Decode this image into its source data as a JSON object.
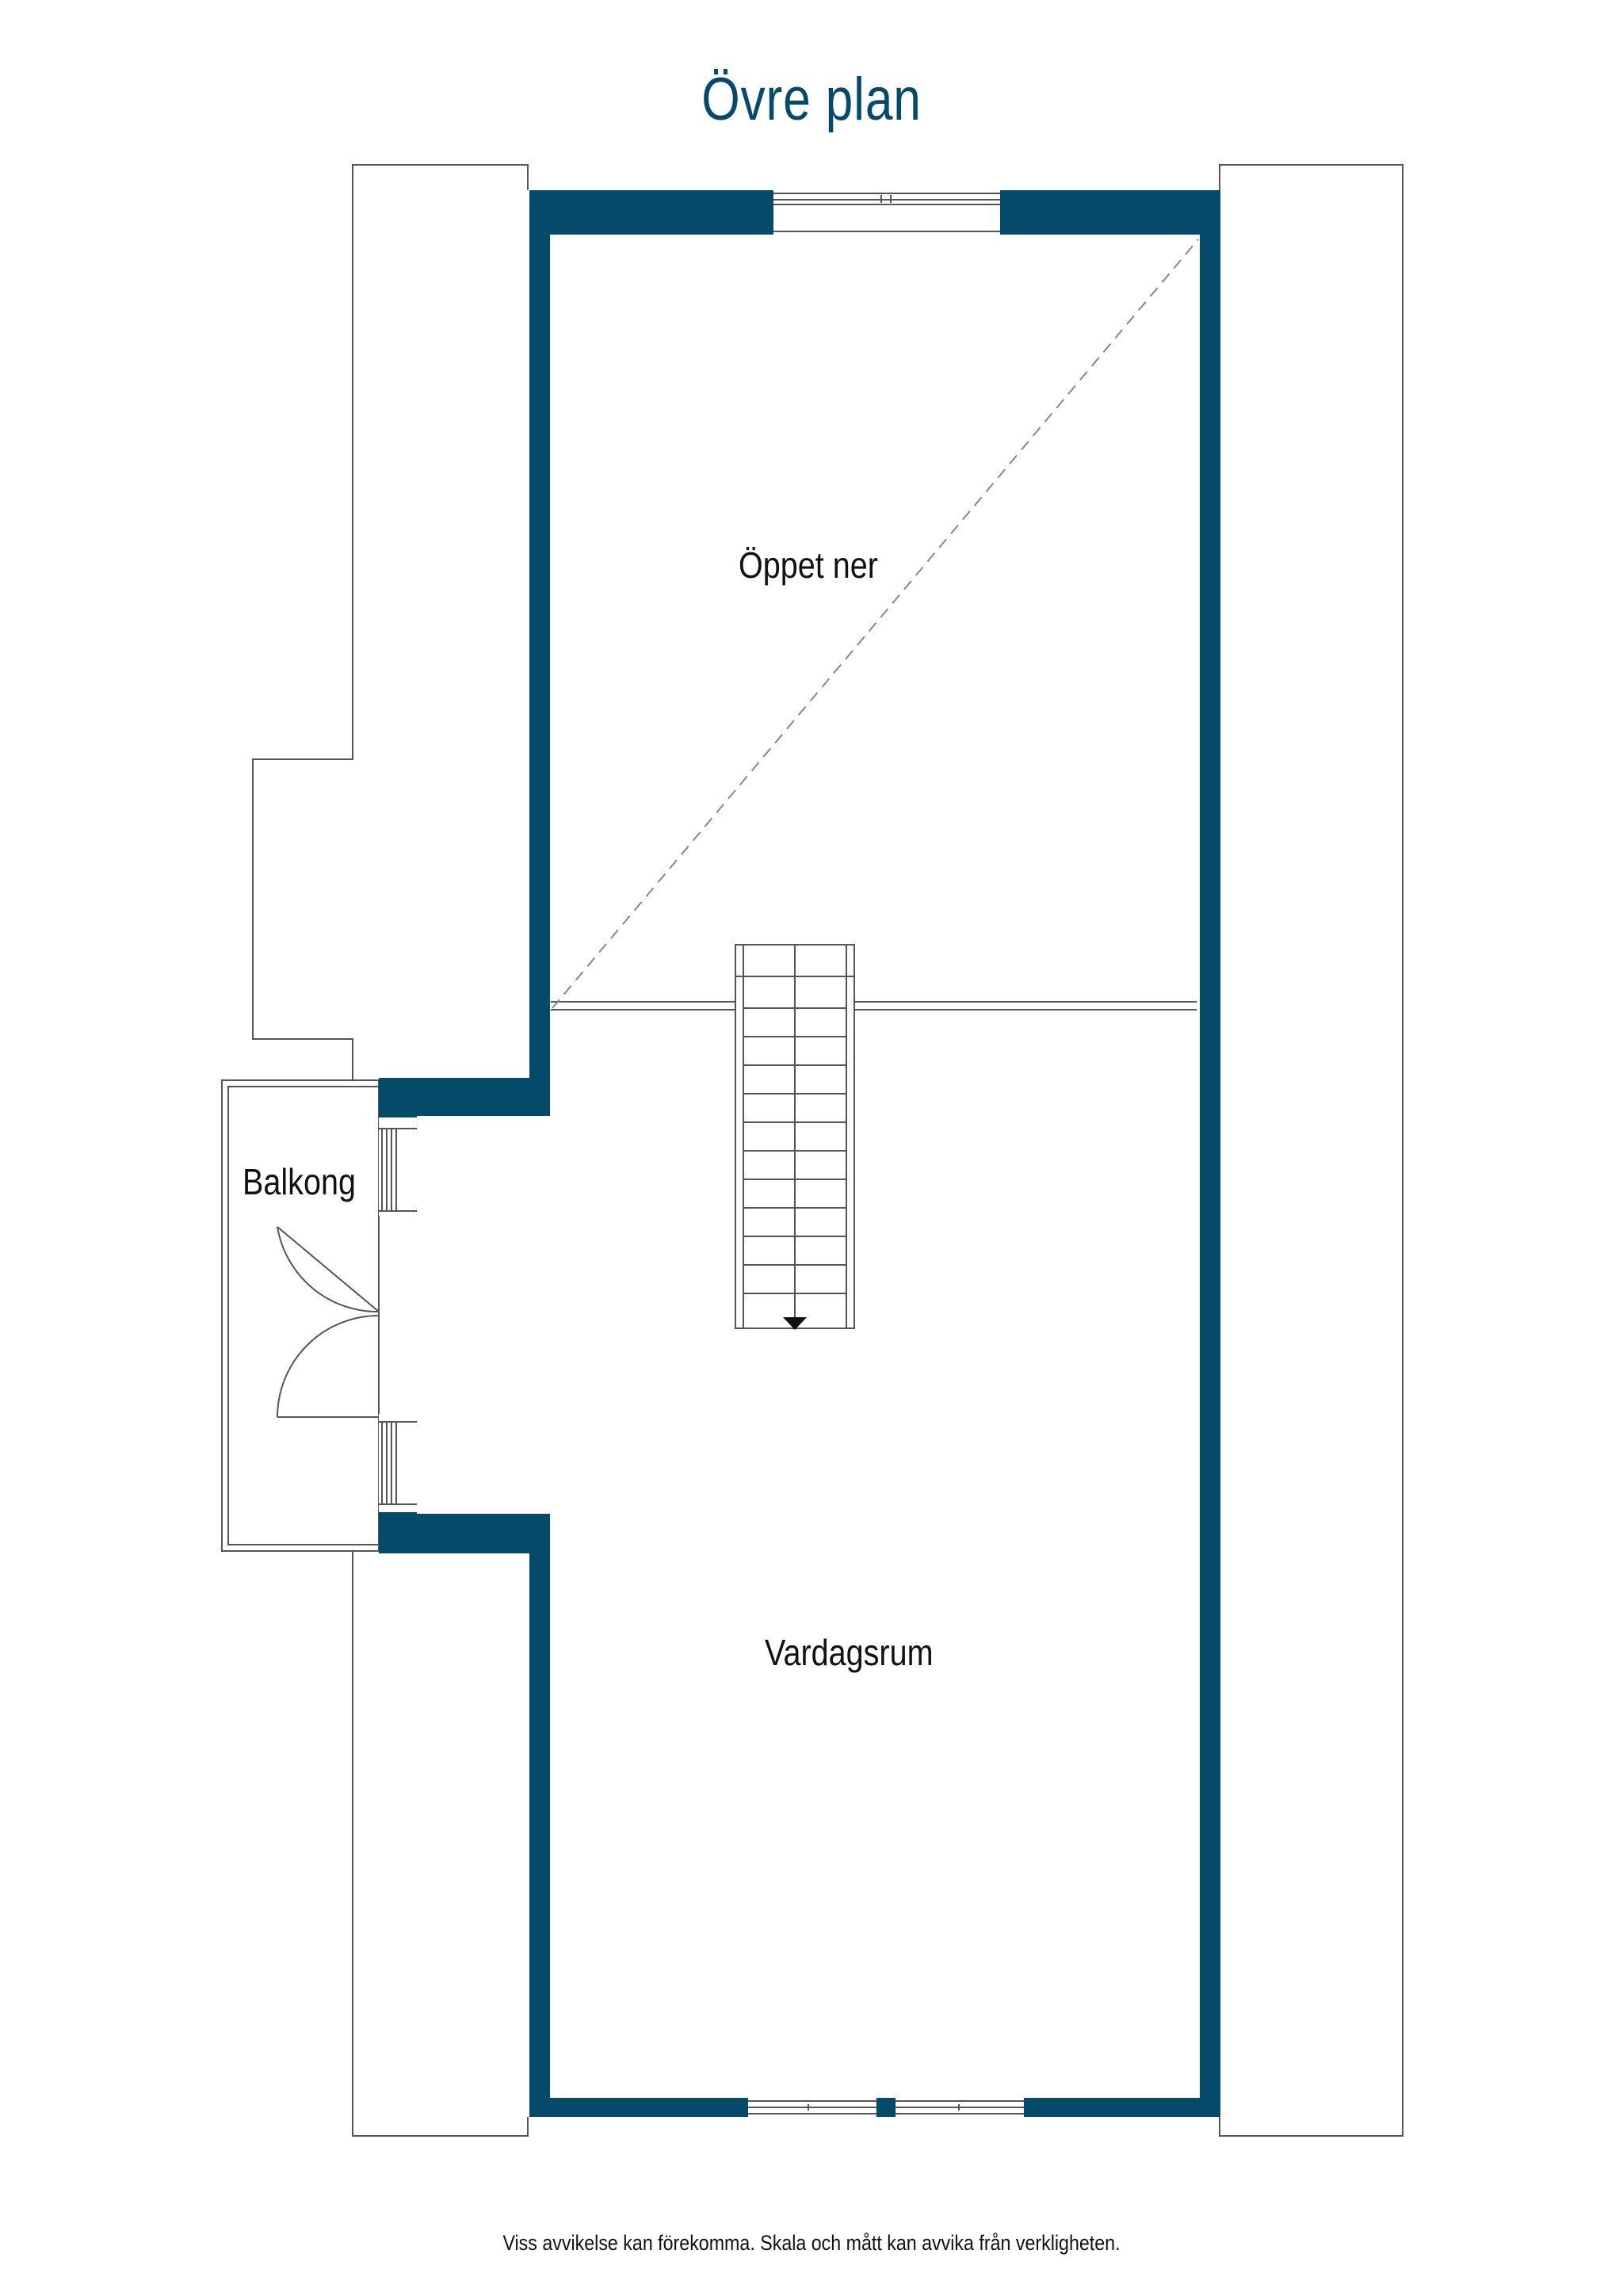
{
  "plan": {
    "title": "Övre plan",
    "rooms": {
      "open_below": "Öppet ner",
      "living_room": "Vardagsrum",
      "balcony": "Balkong"
    },
    "disclaimer": "Viss avvikelse kan förekomma. Skala och mått kan avvika från verkligheten."
  },
  "colors": {
    "wall": "#054a6a",
    "line": "#555555",
    "background": "#ffffff"
  }
}
